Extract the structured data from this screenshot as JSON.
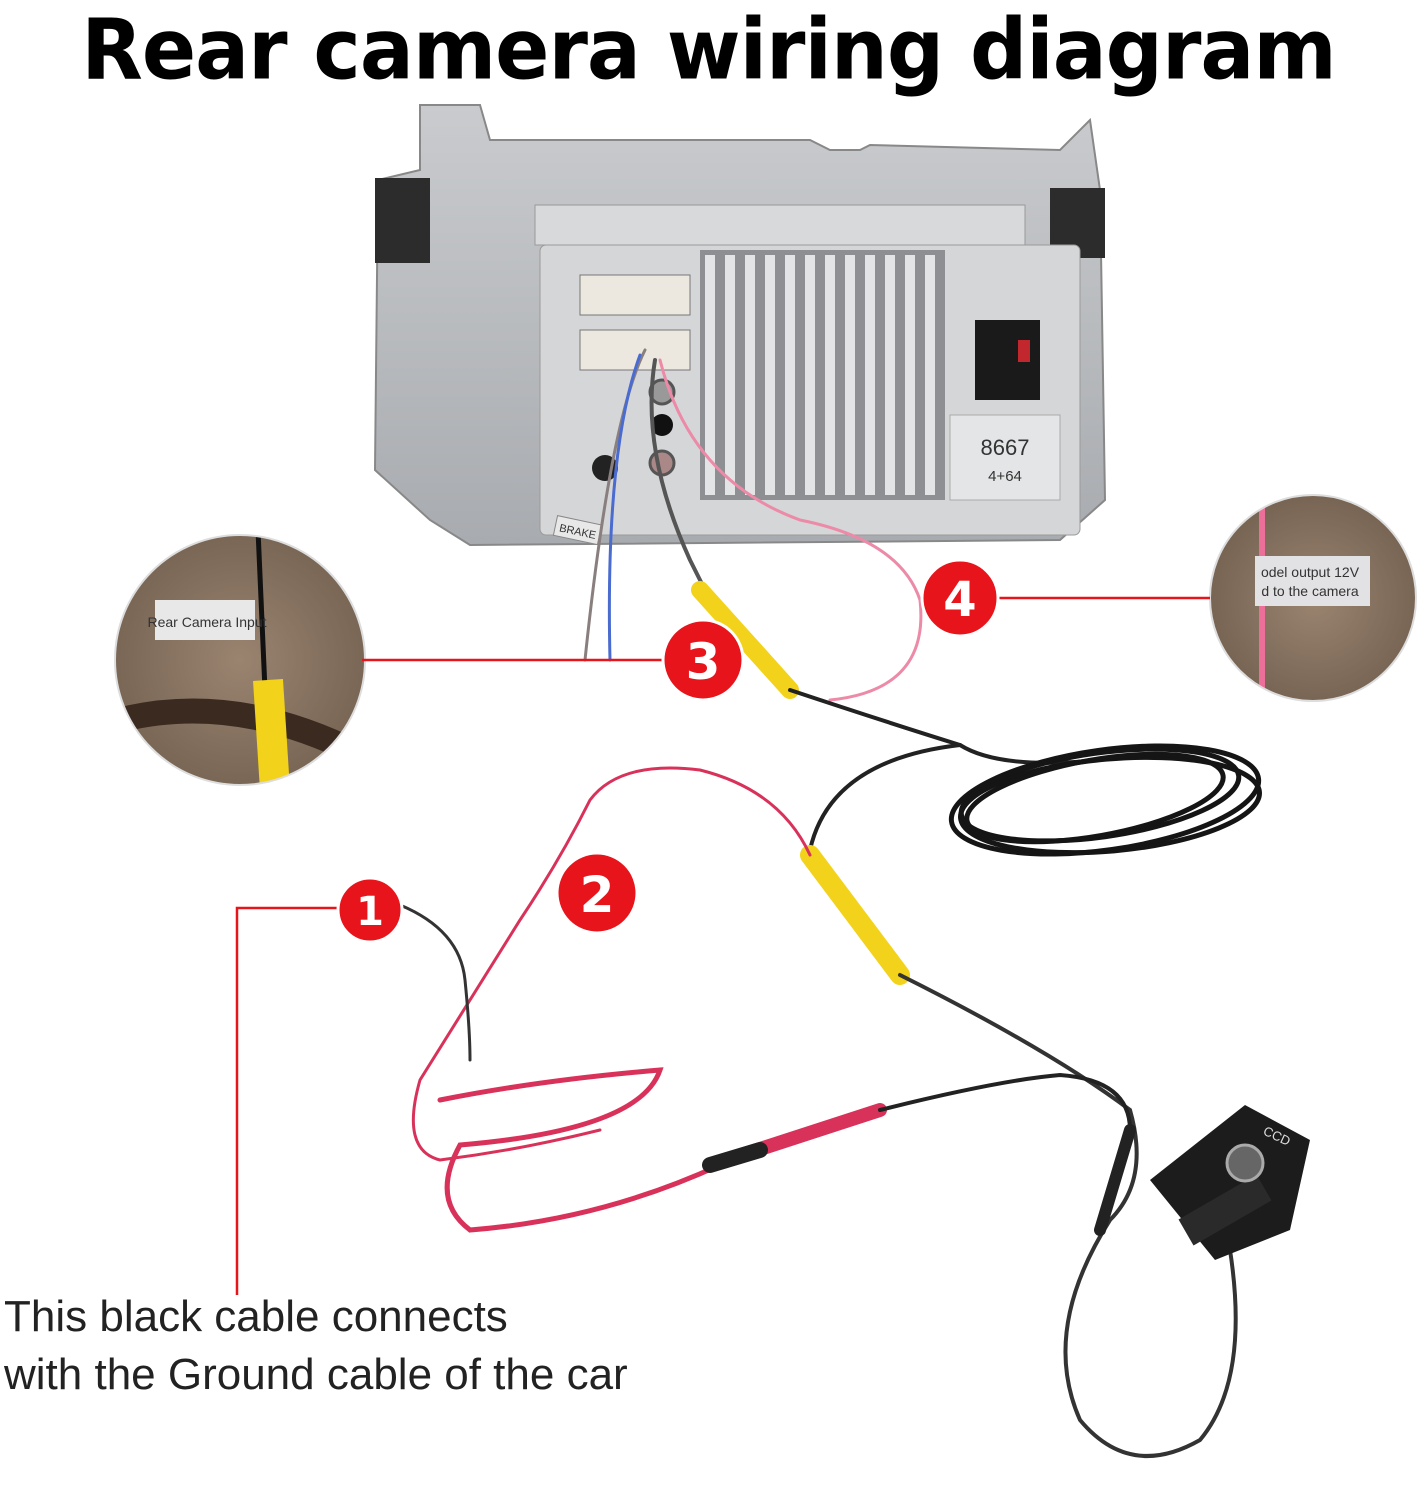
{
  "title": "Rear camera wiring diagram",
  "callouts": [
    "1",
    "2",
    "3",
    "4"
  ],
  "head_unit": {
    "model_label": "8667",
    "spec_label": "4+64",
    "brake_tag": "BRAKE"
  },
  "zoom_left": {
    "label": "Rear Camera Input"
  },
  "zoom_right": {
    "line1": "odel output 12V",
    "line2": "d to the camera"
  },
  "camera": {
    "label": "CCD"
  },
  "caption": {
    "line1": "This black cable connects",
    "line2": "with the Ground cable of the car"
  },
  "colors": {
    "callout_red": "#e8141b",
    "rca_yellow": "#f2d21a",
    "wire_red": "#d8325a",
    "wire_pink": "#ec8aa8"
  }
}
